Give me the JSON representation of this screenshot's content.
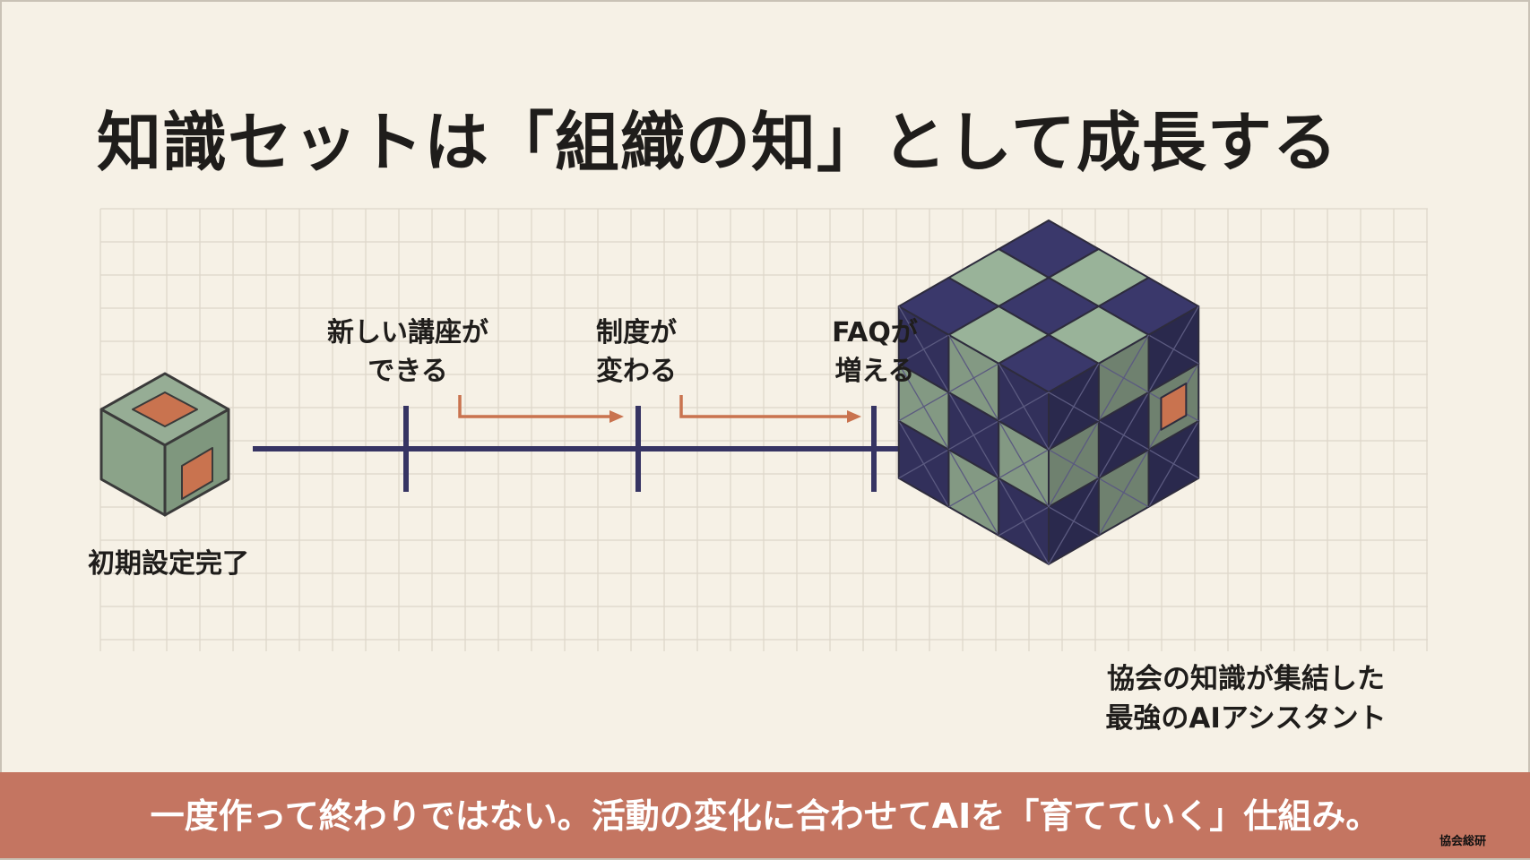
{
  "title": "知識セットは「組織の知」として成長する",
  "timeline": {
    "start_label": "初期設定完了",
    "events": [
      {
        "line1": "新しい講座が",
        "line2": "できる"
      },
      {
        "line1": "制度が",
        "line2": "変わる"
      },
      {
        "line1": "FAQが",
        "line2": "増える"
      }
    ],
    "result_line1": "協会の知識が集結した",
    "result_line2": "最強のAIアシスタント"
  },
  "footer": "一度作って終わりではない。活動の変化に合わせてAIを「育てていく」仕組み。",
  "watermark": "協会総研",
  "colors": {
    "background": "#f6f1e6",
    "grid": "#ddd6c9",
    "navy": "#363463",
    "sage": "#8ea68e",
    "terracotta": "#c9734f",
    "footer_band": "#c47561",
    "text": "#1f1d1b"
  }
}
